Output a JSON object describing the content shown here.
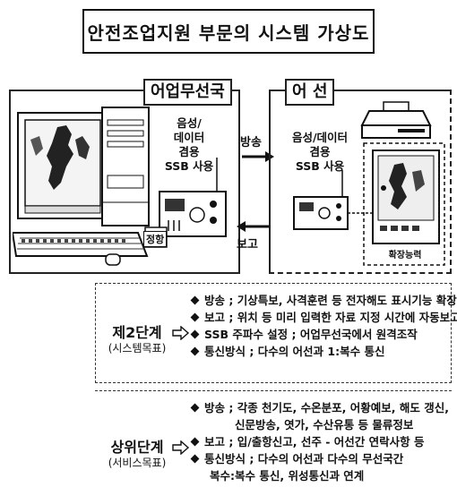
{
  "title": "안전조업지원 부문의 시스템 가상도",
  "station": {
    "label": "어업무선국",
    "stack": [
      "음성/",
      "데이터",
      "겸용",
      "SSB 사용"
    ],
    "tag": "정항"
  },
  "vessel": {
    "label": "어 선",
    "stack": [
      "음성/데이터",
      "겸용",
      "SSB 사용"
    ],
    "caption": "확장능력"
  },
  "arrows": {
    "broadcast": "방송",
    "report": "보고"
  },
  "stage2": {
    "title": "제2단계",
    "subtitle": "(시스템목표)",
    "items": [
      "방송 ; 기상특보, 사격훈련 등 전자해도 표시기능 확장",
      "보고 ; 위치 등 미리 입력한 자료 지정 시간에 자동보고",
      "SSB 주파수 설정 ; 어업무선국에서 원격조작",
      "통신방식 ; 다수의 어선과 1:복수 통신"
    ]
  },
  "stage_upper": {
    "title": "상위단계",
    "subtitle": "(서비스목표)",
    "items": [
      {
        "text": "방송 ; 각종 천기도, 수온분포, 어황예보, 해도 갱신,",
        "cont": "신문방송, 엿가, 수산유통 등 물류정보"
      },
      {
        "text": "보고 ; 입/출항신고, 선주 - 어선간 연락사항 등",
        "cont": ""
      },
      {
        "text": "통신방식 ; 다수의 어선과 다수의 무선국간",
        "cont": "복수:복수 통신, 위성통신과 연계"
      }
    ]
  }
}
